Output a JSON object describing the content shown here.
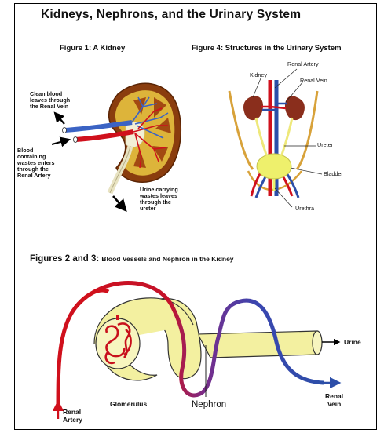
{
  "title": "Kidneys, Nephrons, and the Urinary System",
  "figure1": {
    "title": "Figure 1: A Kidney",
    "clean_blood": [
      "Clean blood",
      "leaves through",
      "the Renal Vein"
    ],
    "blood_wastes": [
      "Blood",
      "containing",
      "wastes enters",
      "through the",
      "Renal Artery"
    ],
    "urine": [
      "Urine carrying",
      "wastes leaves",
      "through the",
      "ureter"
    ]
  },
  "figure4": {
    "title": "Figure 4: Structures in the Urinary System",
    "kidney": "Kidney",
    "renal_artery": "Renal Artery",
    "renal_vein": "Renal Vein",
    "ureter": "Ureter",
    "bladder": "Bladder",
    "urethra": "Urethra"
  },
  "figure23": {
    "title_main": "Figures 2 and 3:",
    "title_sub": "Blood Vessels and Nephron in the Kidney",
    "glomerulus": "Glomerulus",
    "nephron": "Nephron",
    "urine": "Urine",
    "renal_vein": [
      "Renal",
      "Vein"
    ],
    "renal_artery": [
      "Renal",
      "Artery"
    ]
  },
  "colors": {
    "artery": "#d0101c",
    "vein": "#2c4ea8",
    "nephron_fill": "#f3f0a0",
    "kidney_brown": "#8a3d0e",
    "cortex": "#ddb43a",
    "bladder": "#eef06c"
  }
}
